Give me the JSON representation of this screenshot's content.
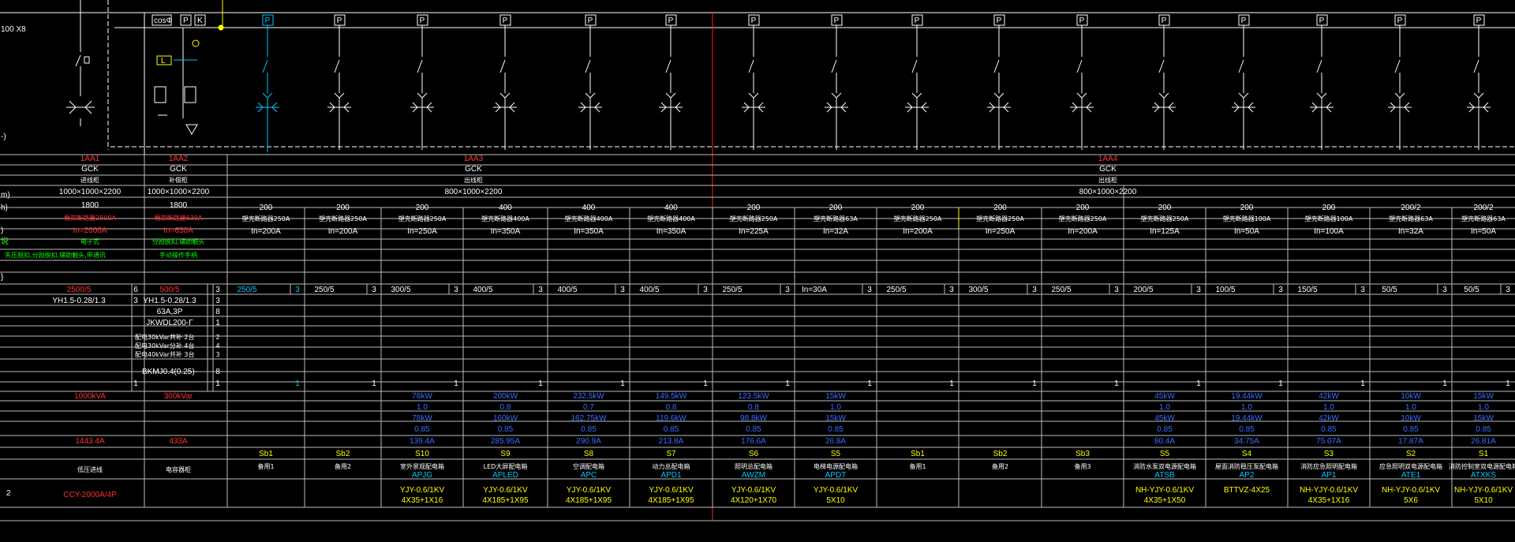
{
  "colors": {
    "background": "#000000",
    "line": "#ffffff",
    "grid": "#bbbbbb",
    "red_divider": "#ff2020",
    "red_text": "#ff3030",
    "cyan": "#00c8ff",
    "blue": "#3a6cff",
    "yellow": "#ffff00",
    "green": "#00ff00"
  },
  "left_labels": {
    "top": "100 X8",
    "arrow": "-)",
    "row_mm": "m)",
    "row_h": "h)",
    "row_p": ")",
    "row_note": "说",
    "row_brace": "}",
    "row_num": "2"
  },
  "header_symbols": {
    "cos": "cosΦ",
    "p": "P",
    "k": "K",
    "l_box": "L"
  },
  "cabinets": [
    {
      "id": "1AA1",
      "model": "GCK",
      "type": "进线柜",
      "size": "1000×1000×2200"
    },
    {
      "id": "1AA2",
      "model": "GCK",
      "type": "补偿柜",
      "size": "1000×1000×2200"
    },
    {
      "id": "1AA3",
      "model": "GCK",
      "type": "出线柜",
      "size": "800×1000×2200"
    },
    {
      "id": "1AA4",
      "model": "GCK",
      "type": "出线柜",
      "size": "800×1000×2200"
    }
  ],
  "incoming": {
    "current_rating": "1800",
    "breaker": "框架断路器2500A",
    "in": "In=2000A",
    "note_main": "电子式",
    "note_sub": "失压脱扣,分励脱扣,辅助触头,带通讯",
    "ct": "2500/5",
    "ct_count": "6",
    "arrester": "YH1.5-0.28/1.3",
    "arrester_count": "3",
    "count_bottom": "1",
    "power": "1000kVA",
    "current": "1443.4A",
    "name": "低压进线",
    "cable": "CCY-2000A/4P",
    "row_index": "2"
  },
  "compensation": {
    "current_rating": "1800",
    "breaker": "框架断路器630A",
    "in": "In=630A",
    "note_main": "分励脱扣,辅助触头",
    "note_sub": "手动操作手柄",
    "ct": "500/5",
    "ct_count": "3",
    "arrester": "YH1.5-0.28/1.3",
    "arrester_count": "3",
    "fuse": "63A,3P",
    "fuse_count": "8",
    "controller": "JKWDL200-Γ",
    "controller_count": "1",
    "capacitor_lines": [
      "配电30kVar共补  2台",
      "配电30kVar分补  4台",
      "配电40kVar共补  3台"
    ],
    "capacitor_counts": [
      "2",
      "4",
      "3"
    ],
    "reactor": "BKMJ0.4(0.25)-",
    "reactor_count": "8",
    "count_bottom": "1",
    "power": "300kVar",
    "current": "433A",
    "name": "电容器柜"
  },
  "feeders": [
    {
      "rating": "200",
      "breaker": "塑壳断路器250A",
      "in": "In=200A",
      "ct": "250/5",
      "ct_n": "3",
      "cnt": "1",
      "pe": "",
      "kx": "",
      "cos": "",
      "ij": "",
      "num": "Sb1",
      "name": "备用1",
      "code": "",
      "cable1": "",
      "cable2": "",
      "hi": true
    },
    {
      "rating": "200",
      "breaker": "塑壳断路器250A",
      "in": "In=200A",
      "ct": "250/5",
      "ct_n": "3",
      "cnt": "1",
      "pe": "",
      "kx": "",
      "cos": "",
      "ij": "",
      "num": "Sb2",
      "name": "备用2",
      "code": "",
      "cable1": "",
      "cable2": ""
    },
    {
      "rating": "200",
      "breaker": "塑壳断路器250A",
      "in": "In=250A",
      "ct": "300/5",
      "ct_n": "3",
      "cnt": "1",
      "pe": "78kW",
      "kx": "1.0",
      "cos": "78kW",
      "ij": "0.85",
      "ic": "139.4A",
      "num": "S10",
      "name": "室外景观配电箱",
      "code": "APJG",
      "cable1": "YJY-0.6/1KV",
      "cable2": "4X35+1X16"
    },
    {
      "rating": "400",
      "breaker": "塑壳断路器400A",
      "in": "In=350A",
      "ct": "400/5",
      "ct_n": "3",
      "cnt": "1",
      "pe": "200kW",
      "kx": "0.8",
      "cos": "160kW",
      "ij": "0.85",
      "ic": "285.95A",
      "num": "S9",
      "name": "LED大屏配电箱",
      "code": "APLED",
      "cable1": "YJY-0.6/1KV",
      "cable2": "4X185+1X95"
    },
    {
      "rating": "400",
      "breaker": "塑壳断路器400A",
      "in": "In=350A",
      "ct": "400/5",
      "ct_n": "3",
      "cnt": "1",
      "pe": "232.5kW",
      "kx": "0.7",
      "cos": "162.75kW",
      "ij": "0.85",
      "ic": "290.9A",
      "num": "S8",
      "name": "空调配电箱",
      "code": "APC",
      "cable1": "YJY-0.6/1KV",
      "cable2": "4X185+1X95"
    },
    {
      "rating": "400",
      "breaker": "塑壳断路器400A",
      "in": "In=350A",
      "ct": "400/5",
      "ct_n": "3",
      "cnt": "1",
      "pe": "149.5kW",
      "kx": "0.8",
      "cos": "119.6kW",
      "ij": "0.85",
      "ic": "213.8A",
      "num": "S7",
      "name": "动力总配电箱",
      "code": "APD1",
      "cable1": "YJY-0.6/1KV",
      "cable2": "4X185+1X95"
    },
    {
      "rating": "200",
      "breaker": "塑壳断路器250A",
      "in": "In=225A",
      "ct": "250/5",
      "ct_n": "3",
      "cnt": "1",
      "pe": "123.5kW",
      "kx": "0.8",
      "cos": "98.8kW",
      "ij": "0.85",
      "ic": "176.6A",
      "num": "S6",
      "name": "照明总配电箱",
      "code": "AWZM",
      "cable1": "YJY-0.6/1KV",
      "cable2": "4X120+1X70"
    },
    {
      "rating": "200",
      "breaker": "塑壳断路器63A",
      "in": "In=32A",
      "ct": "In=30A",
      "ct_n": "3",
      "cnt": "1",
      "pe": "15kW",
      "kx": "1.0",
      "cos": "15kW",
      "ij": "0.85",
      "ic": "26.8A",
      "num": "S5",
      "name": "电梯电源配电箱",
      "code": "APDT",
      "cable1": "YJY-0.6/1KV",
      "cable2": "5X10"
    },
    {
      "rating": "200",
      "breaker": "塑壳断路器250A",
      "in": "In=200A",
      "ct": "250/5",
      "ct_n": "3",
      "cnt": "1",
      "pe": "",
      "kx": "",
      "cos": "",
      "ij": "",
      "num": "Sb1",
      "name": "备用1",
      "code": "",
      "cable1": "",
      "cable2": ""
    },
    {
      "rating": "200",
      "breaker": "塑壳断路器250A",
      "in": "In=250A",
      "ct": "300/5",
      "ct_n": "3",
      "cnt": "1",
      "pe": "",
      "kx": "",
      "cos": "",
      "ij": "",
      "num": "Sb2",
      "name": "备用2",
      "code": "",
      "cable1": "",
      "cable2": ""
    },
    {
      "rating": "200",
      "breaker": "塑壳断路器250A",
      "in": "In=200A",
      "ct": "250/5",
      "ct_n": "3",
      "cnt": "1",
      "pe": "",
      "kx": "",
      "cos": "",
      "ij": "",
      "num": "Sb3",
      "name": "备用3",
      "code": "",
      "cable1": "",
      "cable2": ""
    },
    {
      "rating": "200",
      "breaker": "塑壳断路器250A",
      "in": "In=125A",
      "ct": "200/5",
      "ct_n": "3",
      "cnt": "1",
      "pe": "45kW",
      "kx": "1.0",
      "cos": "45kW",
      "ij": "0.85",
      "ic": "80.4A",
      "num": "S5",
      "name": "消防水泵双电源配电箱",
      "code": "ATSB",
      "cable1": "NH-YJY-0.6/1KV",
      "cable2": "4X35+1X50"
    },
    {
      "rating": "200",
      "breaker": "塑壳断路器100A",
      "in": "In=50A",
      "ct": "100/5",
      "ct_n": "3",
      "cnt": "1",
      "pe": "19.44kW",
      "kx": "1.0",
      "cos": "19.44kW",
      "ij": "0.85",
      "ic": "34.75A",
      "num": "S4",
      "name": "屋面消防稳压泵配电箱",
      "code": "AP2",
      "cable1": "BTTVZ-4X25",
      "cable2": ""
    },
    {
      "rating": "200",
      "breaker": "塑壳断路器100A",
      "in": "In=100A",
      "ct": "150/5",
      "ct_n": "3",
      "cnt": "1",
      "pe": "42kW",
      "kx": "1.0",
      "cos": "42kW",
      "ij": "0.85",
      "ic": "75.07A",
      "num": "S3",
      "name": "消防应急照明配电箱",
      "code": "AP1",
      "cable1": "NH-YJY-0.6/1KV",
      "cable2": "4X35+1X16"
    },
    {
      "rating": "200/2",
      "breaker": "塑壳断路器63A",
      "in": "In=32A",
      "ct": "50/5",
      "ct_n": "3",
      "cnt": "1",
      "pe": "10kW",
      "kx": "1.0",
      "cos": "10kW",
      "ij": "0.85",
      "ic": "17.87A",
      "num": "S2",
      "name": "应急照明双电源配电箱",
      "code": "ATE1",
      "cable1": "NH-YJY-0.6/1KV",
      "cable2": "5X6"
    },
    {
      "rating": "200/2",
      "breaker": "塑壳断路器63A",
      "in": "In=50A",
      "ct": "50/5",
      "ct_n": "3",
      "cnt": "1",
      "pe": "15kW",
      "kx": "1.0",
      "cos": "15kW",
      "ij": "0.85",
      "ic": "26.81A",
      "num": "S1",
      "name": "消防控制室双电源配电箱",
      "code": "ATXKS",
      "cable1": "NH-YJY-0.6/1KV",
      "cable2": "5X10"
    }
  ]
}
